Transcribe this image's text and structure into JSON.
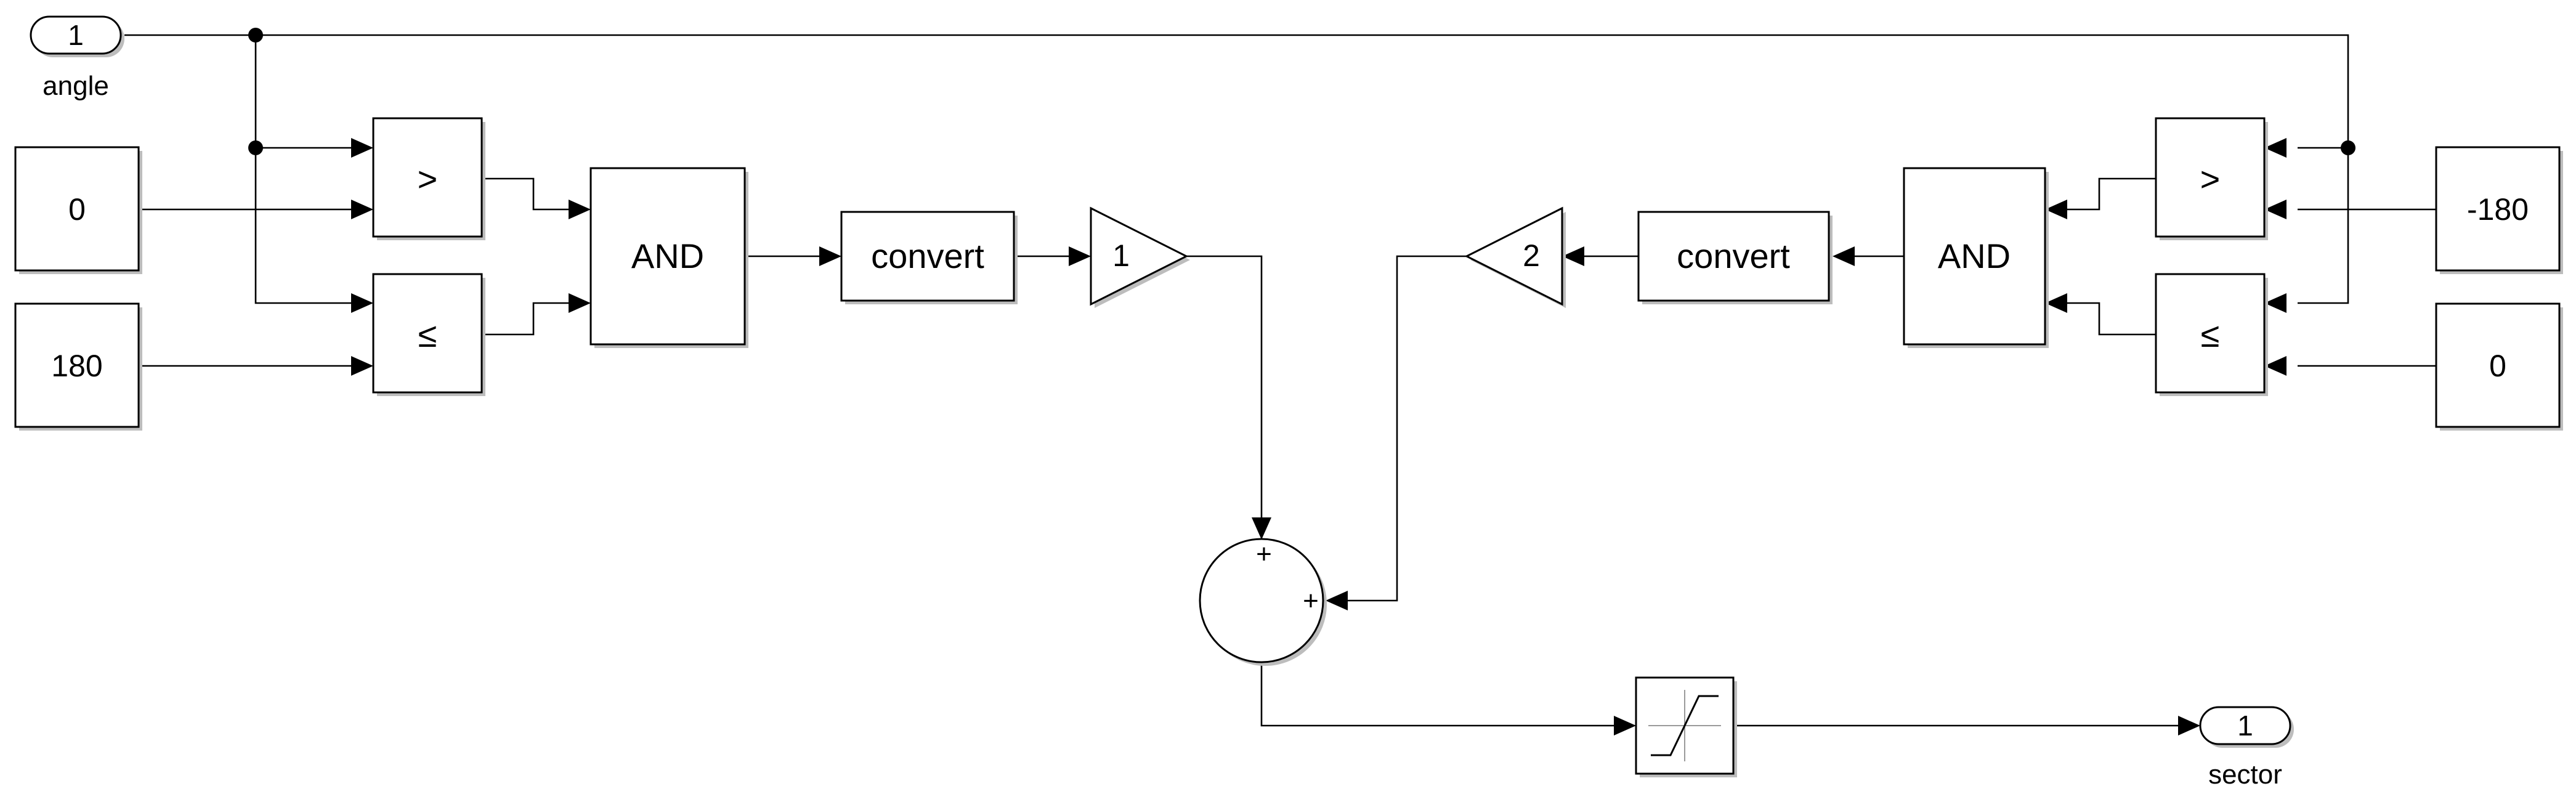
{
  "inport": {
    "number": "1",
    "name": "angle"
  },
  "outport": {
    "number": "1",
    "name": "sector"
  },
  "left_branch": {
    "const_a": "0",
    "const_b": "180",
    "relop_gt": ">",
    "relop_le": "≤",
    "logic": "AND",
    "convert": "convert",
    "gain": "1"
  },
  "right_branch": {
    "const_a": "-180",
    "const_b": "0",
    "relop_gt": ">",
    "relop_le": "≤",
    "logic": "AND",
    "convert": "convert",
    "gain": "2"
  },
  "sum": {
    "sign_top": "+",
    "sign_right": "+"
  },
  "saturation": {
    "icon": "saturation-icon"
  }
}
